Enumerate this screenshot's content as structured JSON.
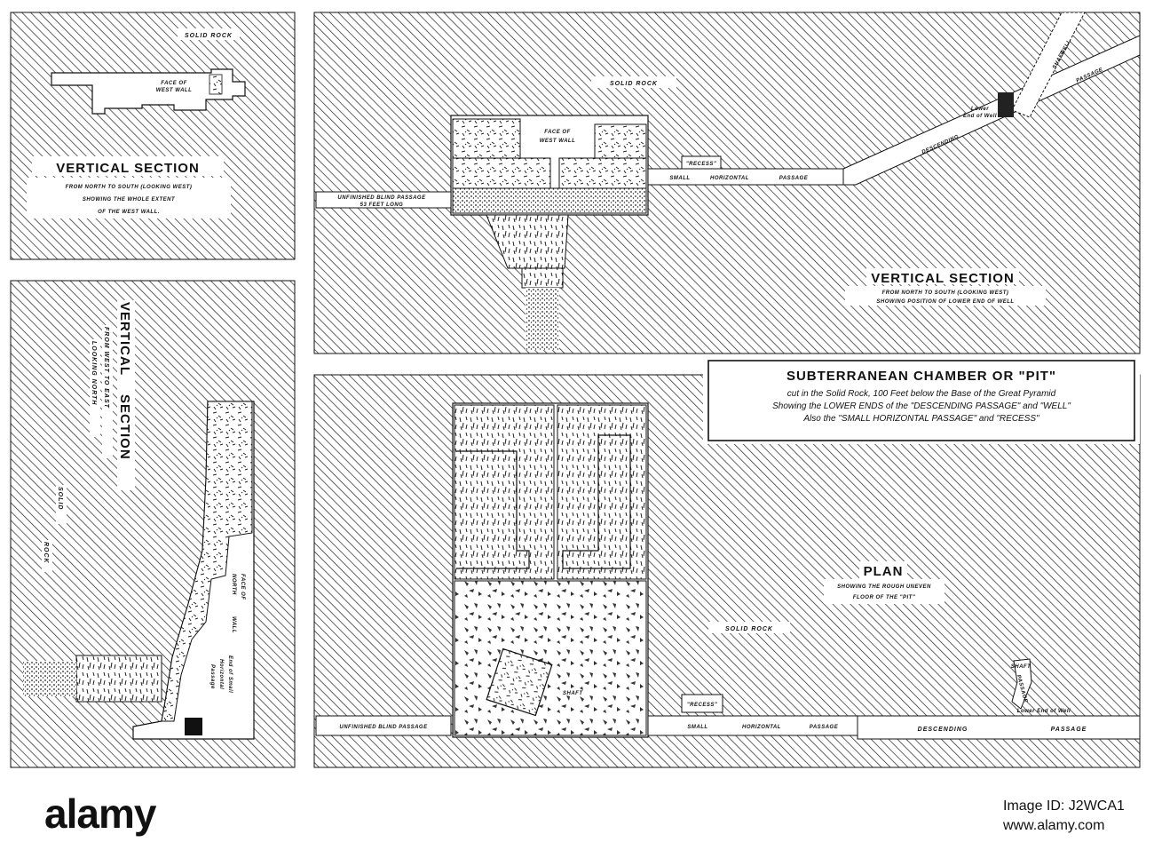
{
  "top_left": {
    "solid_rock": "SOLID ROCK",
    "face_of_west_wall": [
      "FACE OF",
      "WEST WALL"
    ],
    "heading": "VERTICAL SECTION",
    "caption": [
      "FROM NORTH TO SOUTH (LOOKING WEST)",
      "SHOWING THE WHOLE EXTENT",
      "OF THE WEST WALL."
    ]
  },
  "left": {
    "heading": [
      "VERTICAL",
      "SECTION"
    ],
    "caption": [
      "FROM WEST TO EAST",
      "LOOKING NORTH"
    ],
    "solid_rock": [
      "SOLID",
      "ROCK"
    ],
    "face_of_north_wall": [
      "FACE OF",
      "NORTH",
      "WALL"
    ],
    "end_label": [
      "End of Small",
      "Horizontal",
      "Passage"
    ]
  },
  "top_main": {
    "solid_rock": "SOLID ROCK",
    "face_of_west_wall": [
      "FACE OF",
      "WEST WALL"
    ],
    "recess": "\"RECESS\"",
    "blind_passage": [
      "UNFINISHED BLIND PASSAGE",
      "53 FEET LONG"
    ],
    "small": "SMALL",
    "horizontal": "HORIZONTAL",
    "passage": "PASSAGE",
    "descending": "DESCENDING",
    "passage_top": "PASSAGE",
    "well_shaft": [
      "WELL",
      "SHAFT"
    ],
    "lower_end_of_well": [
      "Lower",
      "End of Well"
    ],
    "heading": "VERTICAL SECTION",
    "caption": [
      "FROM NORTH TO SOUTH (LOOKING WEST)",
      "SHOWING POSITION OF LOWER END OF WELL"
    ]
  },
  "title_box": {
    "title": "SUBTERRANEAN CHAMBER OR \"PIT\"",
    "lines": [
      "cut in the Solid Rock, 100 Feet below the Base of the Great Pyramid",
      "Showing the LOWER ENDS of the \"DESCENDING PASSAGE\" and \"WELL\"",
      "Also the \"SMALL HORIZONTAL PASSAGE\" and \"RECESS\""
    ]
  },
  "plan": {
    "heading": "PLAN",
    "caption": [
      "SHOWING THE ROUGH UNEVEN",
      "FLOOR OF THE \"PIT\""
    ],
    "solid_rock": "SOLID ROCK",
    "shaft": "SHAFT",
    "recess": "\"RECESS\"",
    "blind_passage": "UNFINISHED BLIND PASSAGE",
    "small": "SMALL",
    "horizontal": "HORIZONTAL",
    "passage": "PASSAGE",
    "descending": "DESCENDING",
    "passage_end": "PASSAGE",
    "shaft_right": "SHAFT",
    "passage_v": "PASSAGE",
    "lower_end_of_well": "Lower End of Well"
  },
  "footer": {
    "logo": "alamy",
    "image_id": "Image ID: J2WCA1",
    "url": "www.alamy.com"
  },
  "colors": {
    "ink": "#111111",
    "paper": "#ffffff",
    "footer_bg": "#ffffff"
  }
}
